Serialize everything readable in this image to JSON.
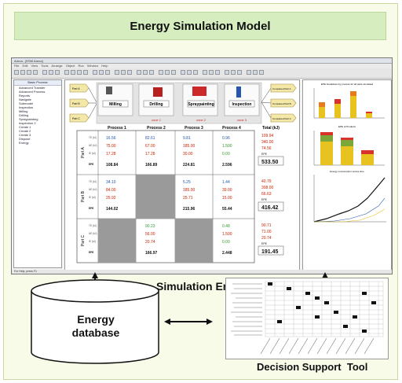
{
  "title": "Energy Simulation Model",
  "labels": {
    "engine": "Simulation Engine",
    "db_line1": "Energy",
    "db_line2": "database",
    "dst": "Decision Support  Tool"
  },
  "app": {
    "window_title": "Arena - [ESM Arena]",
    "menu": "File Edit View Tools Arrange Object Run Window Help",
    "tree_header": "Basic Process",
    "tree_items": [
      "Advanced Transfer",
      "Advanced Process",
      "Reports",
      "Navigate",
      "Submodel",
      "Inspection",
      "Milling",
      "Drilling",
      "Spraypainting",
      "Inspection 2",
      "Create 1",
      "Create 2",
      "Create 3",
      "Dispose",
      "Energy"
    ],
    "status": "For Help, press F1"
  },
  "flow": {
    "parts": [
      "Part A",
      "Part B",
      "Part C"
    ],
    "processes": [
      "Milling",
      "Drilling",
      "Spraypainting",
      "Inspection"
    ],
    "zones": [
      "zone 1",
      "zone 2",
      "zone 3"
    ],
    "completed": [
      "Completed Part A",
      "Completed Part B",
      "Completed Part C"
    ]
  },
  "table": {
    "col_headers": [
      "Process 1",
      "Process 2",
      "Process 3",
      "Process 4",
      "Total  (kJ)"
    ],
    "row_headers": [
      "Part A",
      "Part B",
      "Part C"
    ],
    "row_labels": [
      "TE (kJ)",
      "AE (kJ)",
      "IE (kJ)",
      "EPE"
    ],
    "cells": {
      "A1": [
        "16.56",
        "75.00",
        "17.28",
        "108.84"
      ],
      "A2": [
        "82.61",
        "67.00",
        "17.28",
        "166.89"
      ],
      "A3": [
        "9.81",
        "185.00",
        "30.00",
        "224.81"
      ],
      "A4": [
        "0.96",
        "1.500",
        "0.00",
        "2.596"
      ],
      "B1": [
        "34.10",
        "84.00",
        "25.92",
        "144.02"
      ],
      "B3": [
        "5.25",
        "185.00",
        "25.71",
        "215.96"
      ],
      "B4": [
        "1.44",
        "39.00",
        "15.00",
        "55.44"
      ],
      "C2": [
        "90.23",
        "56.00",
        "20.74",
        "166.97"
      ],
      "C4": [
        "0.48",
        "1.500",
        "0.00",
        "2.448"
      ]
    },
    "totals": {
      "A": [
        "109.94",
        "340.00",
        "74.56",
        "533.50"
      ],
      "B": [
        "40.79",
        "308.00",
        "66.63",
        "416.42"
      ],
      "C": [
        "90.71",
        "71.00",
        "20.74",
        "191.45"
      ]
    },
    "total_label": "EPE"
  },
  "charts": {
    "top_title": "EPE breakdown by process for all parts simulated",
    "mid_title": "EPE of Products",
    "bottom_title": "Energy consumption versus time"
  },
  "colors": {
    "bar_yellow": "#e8c21e",
    "bar_red": "#d8322c",
    "bar_green": "#7aa63a",
    "bar_orange": "#e57b1e",
    "process_red": "#cc2222",
    "table_value_red": "#cc2200",
    "table_value_green": "#339933",
    "table_value_blue": "#2255aa"
  }
}
